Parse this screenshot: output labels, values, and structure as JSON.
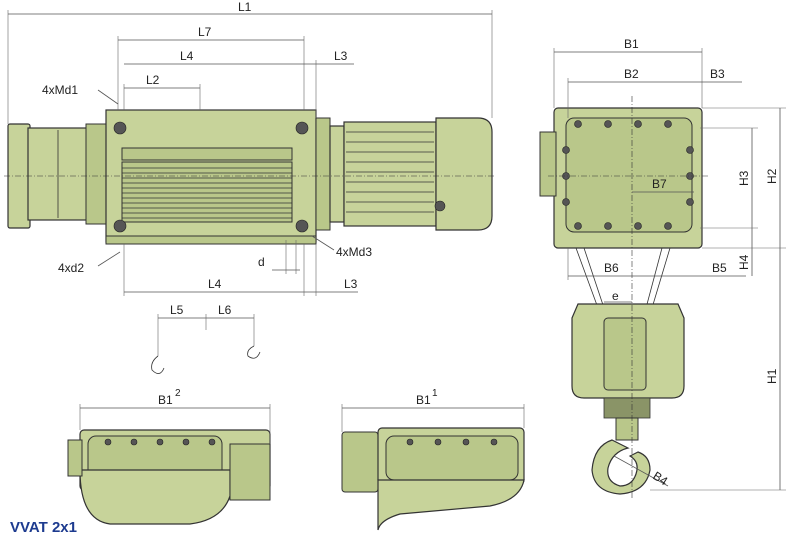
{
  "labels": {
    "L1": "L1",
    "L7": "L7",
    "L4_top": "L4",
    "L3_top": "L3",
    "L2": "L2",
    "Md1": "4xMd1",
    "d2": "4xd2",
    "Md3": "4xMd3",
    "d": "d",
    "L4_bottom": "L4",
    "L3_bottom": "L3",
    "L5": "L5",
    "L6": "L6",
    "B1": "B1",
    "B2": "B2",
    "B3": "B3",
    "B7": "B7",
    "B6": "B6",
    "B5": "B5",
    "H3": "H3",
    "H2": "H2",
    "H4": "H4",
    "H1": "H1",
    "e": "e",
    "B4": "B4",
    "B1_2": "B1",
    "sup2": "2",
    "B1_1": "B1",
    "sup1": "1"
  },
  "title": "VVAT 2x1"
}
